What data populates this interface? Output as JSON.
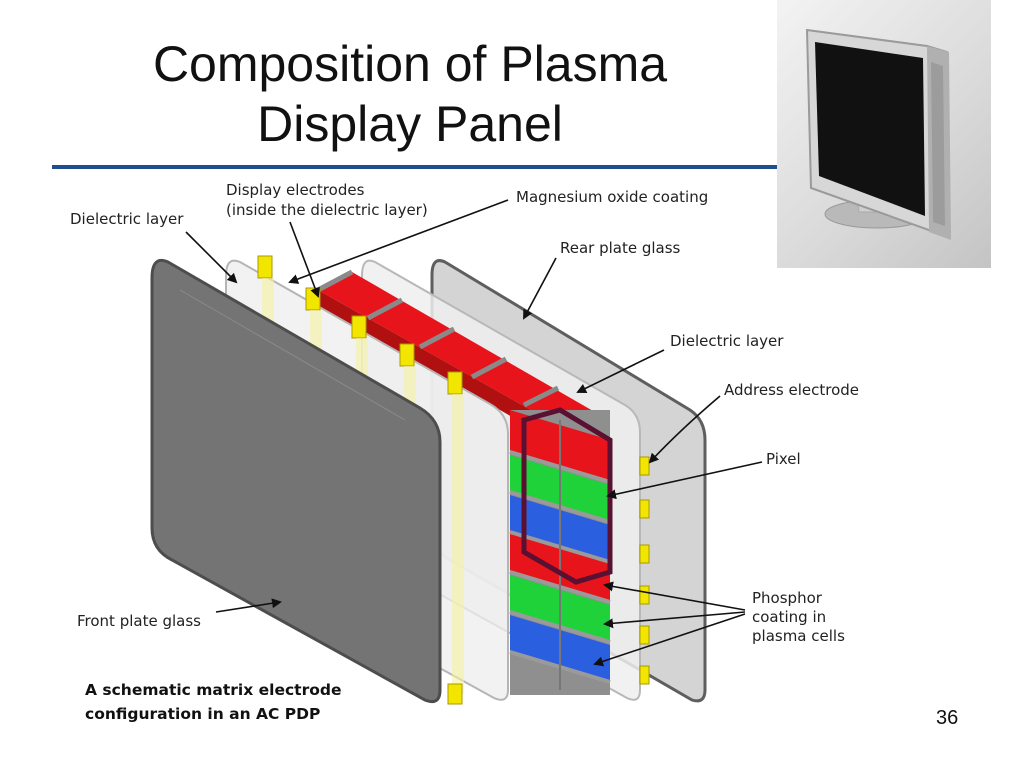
{
  "slide": {
    "title_line1": "Composition of Plasma",
    "title_line2": "Display Panel",
    "number": "36",
    "accent_color": "#1f4e8c"
  },
  "photo": {
    "subject": "flat-panel plasma television",
    "icon": "tv-icon"
  },
  "diagram": {
    "labels": {
      "dielectric_front": "Dielectric layer",
      "display_electrodes_1": "Display electrodes",
      "display_electrodes_2": "(inside the dielectric layer)",
      "magnesium": "Magnesium oxide coating",
      "rear_glass": "Rear plate glass",
      "dielectric_rear": "Dielectric layer",
      "address_electrode": "Address electrode",
      "pixel": "Pixel",
      "phosphor_1": "Phosphor",
      "phosphor_2": "coating in",
      "phosphor_3": "plasma cells",
      "front_glass": "Front plate glass"
    },
    "caption_line1": "A schematic matrix electrode",
    "caption_line2": "configuration in an AC PDP",
    "colors": {
      "red_phosphor": "#e8141c",
      "green_phosphor": "#1fd23a",
      "blue_phosphor": "#2a5fe0",
      "electrode": "#f2e600",
      "pixel_outline": "#5a1030"
    }
  }
}
